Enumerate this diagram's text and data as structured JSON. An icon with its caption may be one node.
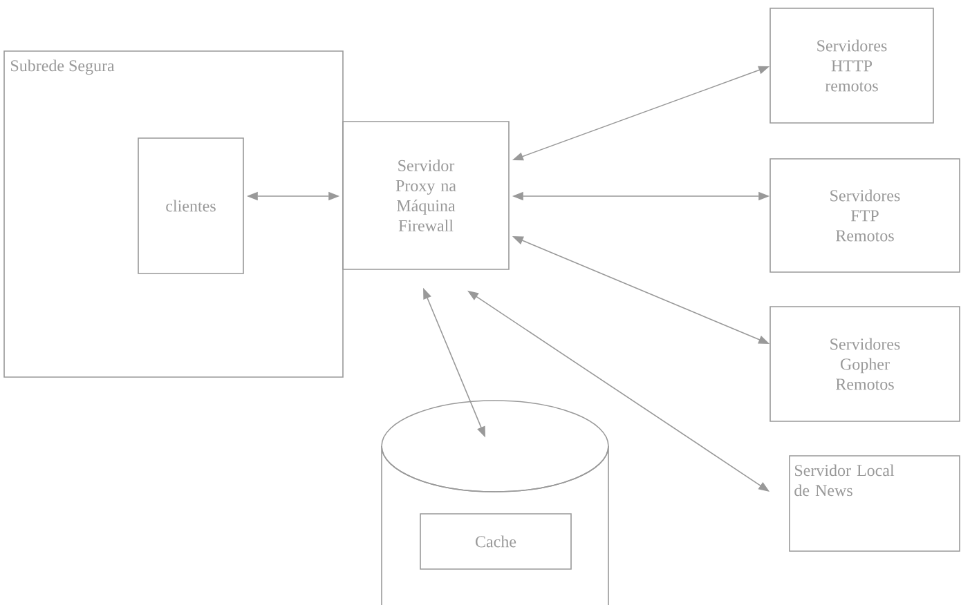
{
  "diagram": {
    "nodes": [
      {
        "text": [
          "Subrede Segura"
        ]
      },
      {
        "text": [
          "clientes"
        ],
        "in": 0
      },
      {
        "text": [
          "Servidor Proxy na Máquina Firewall"
        ]
      },
      {
        "text": [
          "Servidores HTTP remotos"
        ]
      },
      {
        "text": [
          "Servidores FTP Remotos"
        ]
      },
      {
        "text": [
          "Servidores Gopher Remotos"
        ]
      },
      {
        "text": [
          "Servidor Local de News"
        ]
      },
      {
        "text": [],
        "shape": "cylinder"
      },
      {
        "text": [
          "Cache"
        ],
        "in": 7
      }
    ],
    "edges": [
      {
        "from": 1,
        "to": 2,
        "arrow": "both"
      },
      {
        "from": 2,
        "to": 3,
        "arrow": "both"
      },
      {
        "from": 2,
        "to": 4,
        "arrow": "both"
      },
      {
        "from": 2,
        "to": 5,
        "arrow": "both"
      },
      {
        "from": 2,
        "to": 6,
        "arrow": "both"
      },
      {
        "from": 2,
        "to": 7,
        "arrow": "both"
      }
    ]
  }
}
